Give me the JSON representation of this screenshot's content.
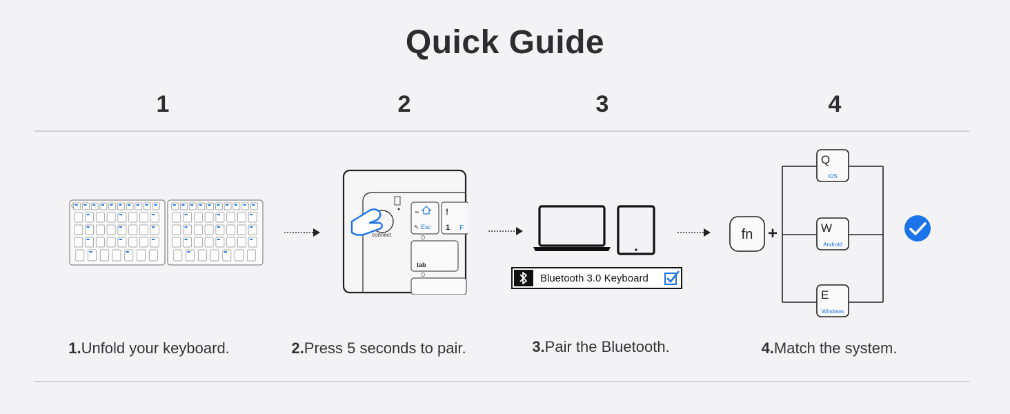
{
  "title": "Quick Guide",
  "steps": [
    {
      "number": "1",
      "caption_num": "1.",
      "caption_text": "Unfold your keyboard."
    },
    {
      "number": "2",
      "caption_num": "2.",
      "caption_text": "Press 5 seconds to pair."
    },
    {
      "number": "3",
      "caption_num": "3.",
      "caption_text": "Pair the Bluetooth."
    },
    {
      "number": "4",
      "caption_num": "4.",
      "caption_text": "Match the system."
    }
  ],
  "step2": {
    "connect_label": "connect",
    "key_tilde": "~",
    "key_esc": "Esc",
    "key_excl": "!",
    "key_one": "1",
    "key_tab": "tab",
    "key_f": "F"
  },
  "step3": {
    "bluetooth_label": "Bluetooth 3.0 Keyboard"
  },
  "step4": {
    "fn_key": "fn",
    "plus": "+",
    "options": [
      {
        "key": "Q",
        "system": "iOS"
      },
      {
        "key": "W",
        "system": "Android"
      },
      {
        "key": "E",
        "system": "Windows"
      }
    ]
  },
  "colors": {
    "accent_blue": "#1a73e8",
    "text": "#2b2b2b",
    "rule": "#cfcfd4"
  }
}
